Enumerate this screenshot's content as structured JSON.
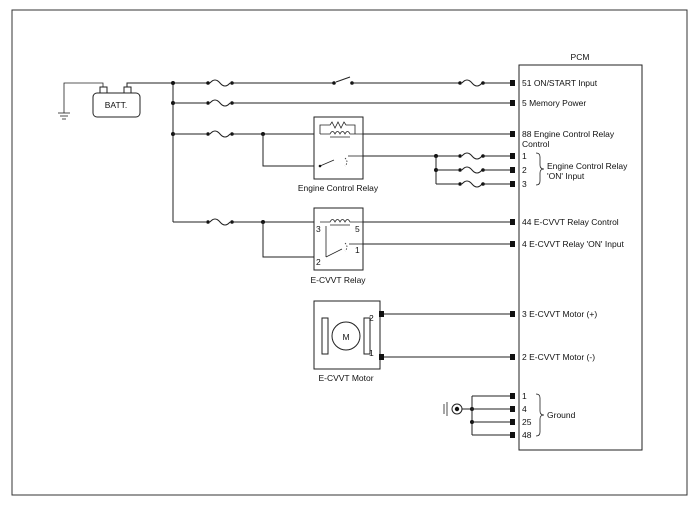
{
  "module": {
    "title": "PCM"
  },
  "battery": {
    "label": "BATT.",
    "plus": "+",
    "minus": "-"
  },
  "relays": {
    "engine_control": {
      "label": "Engine Control Relay"
    },
    "ecvvt": {
      "label": "E-CVVT Relay",
      "pin3": "3",
      "pin5": "5",
      "pin2": "2",
      "pin1": "1"
    }
  },
  "motor": {
    "label": "E-CVVT Motor",
    "symbol": "M",
    "pin2": "2",
    "pin1": "1"
  },
  "pcm_pins": {
    "p51": "51 ON/START Input",
    "p5": "5 Memory Power",
    "p88_line1": "88 Engine Control Relay",
    "p88_line2": "Control",
    "ecr_on_pins": [
      "1",
      "2",
      "3"
    ],
    "ecr_on_line1": "Engine Control Relay",
    "ecr_on_line2": "'ON' Input",
    "p44": "44 E-CVVT Relay Control",
    "p4": "4 E-CVVT Relay 'ON' Input",
    "p3": "3 E-CVVT Motor (+)",
    "p2": "2 E-CVVT Motor (-)",
    "ground_pins": [
      "1",
      "4",
      "25",
      "48"
    ],
    "ground_label": "Ground"
  }
}
